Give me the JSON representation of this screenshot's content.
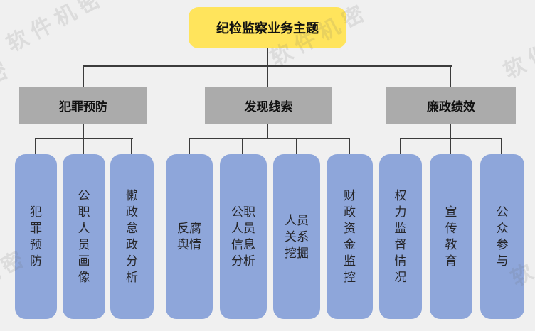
{
  "watermark": {
    "text": "软件机密"
  },
  "root": {
    "label": "纪检监察业务主题"
  },
  "branches": [
    {
      "label": "犯罪预防",
      "children": [
        {
          "label": "犯\n罪\n预\n防"
        },
        {
          "label": "公\n职\n人\n员\n画\n像"
        },
        {
          "label": "懒\n政\n怠\n政\n分\n析"
        }
      ]
    },
    {
      "label": "发现线索",
      "children": [
        {
          "label": "反腐\n舆情"
        },
        {
          "label": "公职\n人员\n信息\n分析"
        },
        {
          "label": "人员\n关系\n挖掘"
        },
        {
          "label": "财\n政\n资\n金\n监\n控"
        }
      ]
    },
    {
      "label": "廉政绩效",
      "children": [
        {
          "label": "权\n力\n监\n督\n情\n况"
        },
        {
          "label": "宣\n传\n教\n育"
        },
        {
          "label": "公\n众\n参\n与"
        }
      ]
    }
  ],
  "colors": {
    "background": "#f0f0f0",
    "root_fill": "#FFE45C",
    "branch_fill": "#ABABAB",
    "leaf_fill": "#8EA6DA",
    "connector": "#3c3c3c"
  }
}
